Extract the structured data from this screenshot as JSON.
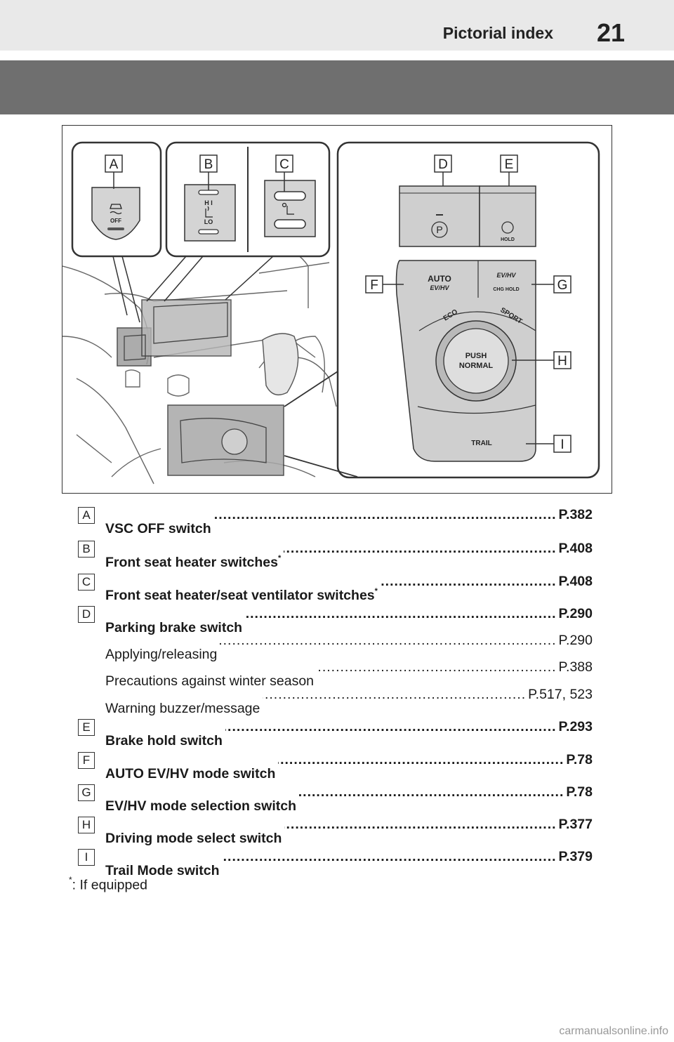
{
  "header": {
    "title": "Pictorial index",
    "page_number": "21"
  },
  "figure": {
    "callouts": [
      "A",
      "B",
      "C",
      "D",
      "E",
      "F",
      "G",
      "H",
      "I"
    ],
    "panel_text": {
      "off": "OFF",
      "hi": "H I",
      "lo": "LO",
      "hold": "HOLD",
      "auto": "AUTO",
      "ev_hv": "EV/HV",
      "chg_hold": "CHG HOLD",
      "eco": "ECO",
      "sport": "SPORT",
      "push": "PUSH",
      "normal": "NORMAL",
      "trail": "TRAIL"
    }
  },
  "items": [
    {
      "marker": "A",
      "label": "VSC OFF switch",
      "asterisk": "",
      "ref": "P.382"
    },
    {
      "marker": "B",
      "label": "Front seat heater switches",
      "asterisk": "*",
      "ref": "P.408"
    },
    {
      "marker": "C",
      "label": "Front seat heater/seat ventilator switches",
      "asterisk": "*",
      "ref": "P.408"
    },
    {
      "marker": "D",
      "label": "Parking brake switch",
      "asterisk": "",
      "ref": "P.290",
      "subitems": [
        {
          "label": "Applying/releasing",
          "ref": "P.290"
        },
        {
          "label": "Precautions against winter season",
          "ref": "P.388"
        },
        {
          "label": "Warning buzzer/message",
          "ref": "P.517, 523"
        }
      ]
    },
    {
      "marker": "E",
      "label": "Brake hold switch",
      "asterisk": "",
      "ref": "P.293"
    },
    {
      "marker": "F",
      "label": "AUTO EV/HV mode switch",
      "asterisk": "",
      "ref": "P.78"
    },
    {
      "marker": "G",
      "label": "EV/HV mode selection switch",
      "asterisk": "",
      "ref": "P.78"
    },
    {
      "marker": "H",
      "label": "Driving mode select switch",
      "asterisk": "",
      "ref": "P.377"
    },
    {
      "marker": "I",
      "label": "Trail Mode switch",
      "asterisk": "",
      "ref": "P.379"
    }
  ],
  "footnote": {
    "mark": "*",
    "text": ": If equipped"
  },
  "watermark": "carmanualsonline.info"
}
